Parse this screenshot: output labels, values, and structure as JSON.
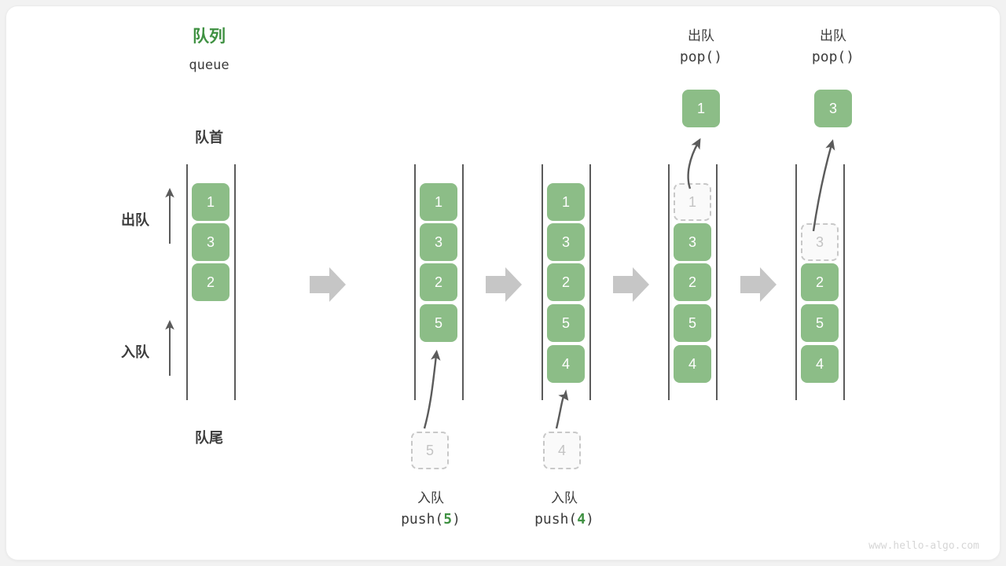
{
  "diagram": {
    "title_cn": "队列",
    "title_en": "queue",
    "front_label": "队首",
    "rear_label": "队尾",
    "dequeue_side_label": "出队",
    "enqueue_side_label": "入队",
    "watermark": "www.hello-algo.com",
    "colors": {
      "cell_fill": "#8cbd87",
      "cell_text": "#ffffff",
      "ghost_fill": "#fafafa",
      "ghost_border": "#c8c8c8",
      "ghost_text": "#c3c3c3",
      "rail": "#5b5b5b",
      "accent_green": "#3f9142",
      "text": "#3c3c3c",
      "block_arrow": "#c6c6c6",
      "curve_arrow": "#5b5b5b"
    }
  },
  "stages": [
    {
      "id": "initial",
      "cells": [
        "1",
        "3",
        "2"
      ],
      "ghost_slot": null,
      "ghost_value": null,
      "op_cn": null,
      "op_en": null,
      "op_arg": null,
      "popped_value": null
    },
    {
      "id": "push-5",
      "cells": [
        "1",
        "3",
        "2",
        "5"
      ],
      "ghost_slot": null,
      "ghost_value": "5",
      "op_cn": "入队",
      "op_en_pre": "push(",
      "op_arg": "5",
      "op_en_post": ")",
      "popped_value": null
    },
    {
      "id": "push-4",
      "cells": [
        "1",
        "3",
        "2",
        "5",
        "4"
      ],
      "ghost_slot": null,
      "ghost_value": "4",
      "op_cn": "入队",
      "op_en_pre": "push(",
      "op_arg": "4",
      "op_en_post": ")",
      "popped_value": null
    },
    {
      "id": "pop-1",
      "cells": [
        "3",
        "2",
        "5",
        "4"
      ],
      "ghost_slot": 0,
      "ghost_value": "1",
      "op_cn": "出队",
      "op_en_pre": "pop(",
      "op_arg": "",
      "op_en_post": ")",
      "popped_value": "1"
    },
    {
      "id": "pop-3",
      "cells": [
        "2",
        "5",
        "4"
      ],
      "ghost_slot": 1,
      "ghost_value": "3",
      "op_cn": "出队",
      "op_en_pre": "pop(",
      "op_arg": "",
      "op_en_post": ")",
      "popped_value": "3"
    }
  ],
  "flow_arrows": 4,
  "stage_labels": {
    "pop1_cn": "出队",
    "pop1_en": "pop()",
    "pop2_cn": "出队",
    "pop2_en": "pop()",
    "push1_cn": "入队",
    "push2_cn": "入队"
  }
}
